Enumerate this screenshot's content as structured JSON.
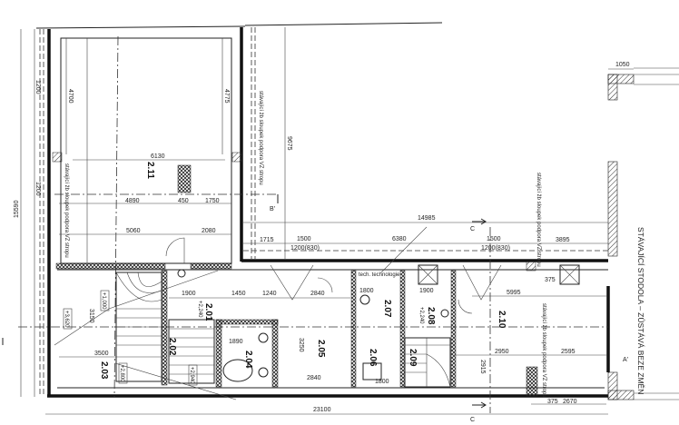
{
  "rooms": [
    "2.01",
    "2.02",
    "2.03",
    "2.04",
    "2.05",
    "2.06",
    "2.07",
    "2.08",
    "2.09",
    "2.10",
    "2.11"
  ],
  "dimensions": {
    "total_width": "23100",
    "upper_right": "14985",
    "d6380": "6380",
    "d1715": "1715",
    "d1500a": "1500",
    "d1200a": "1200(830)",
    "d1500b": "1500",
    "d1200b": "1200(830)",
    "d3895": "3895",
    "d5995": "5995",
    "d2950": "2950",
    "d2595": "2595",
    "d2670": "2670",
    "d375a": "375",
    "d375b": "375",
    "d1050": "1050",
    "d6130": "6130",
    "d4890": "4890",
    "d450": "450",
    "d1750": "1750",
    "d5060": "5060",
    "d2080": "2080",
    "d3500": "3500",
    "d1900a": "1900",
    "d1450": "1450",
    "d1240": "1240",
    "d2840a": "2840",
    "d2840b": "2840",
    "d1800a": "1800",
    "d1900b": "1900",
    "d1890": "1890",
    "d4700": "4700",
    "d4775": "4775",
    "d9675": "9675",
    "d15590": "15590",
    "d3150": "3150",
    "d3250": "3250",
    "d2915": "2915",
    "d1800b": "1800",
    "d1200c": "1200",
    "d1200d": "1200"
  },
  "levels": {
    "l1": "+1,000",
    "l2": "+3,620",
    "l3": "+2,800",
    "l4": "+2,240",
    "l5": "+2,940",
    "l6": "+2,240"
  },
  "notes": {
    "column": "stávající žb sloupek podpora VZ stropu",
    "technology": "tech. technologie",
    "barn": "STÁVAJÍCÍ STODOLA – ZŮSTÁVÁ BEZE ZMĚN"
  },
  "section_marks": {
    "a": "A'",
    "b": "B'",
    "c_top": "C",
    "c_bottom": "C"
  },
  "colors": {
    "lines": "#111111",
    "background": "#ffffff"
  }
}
